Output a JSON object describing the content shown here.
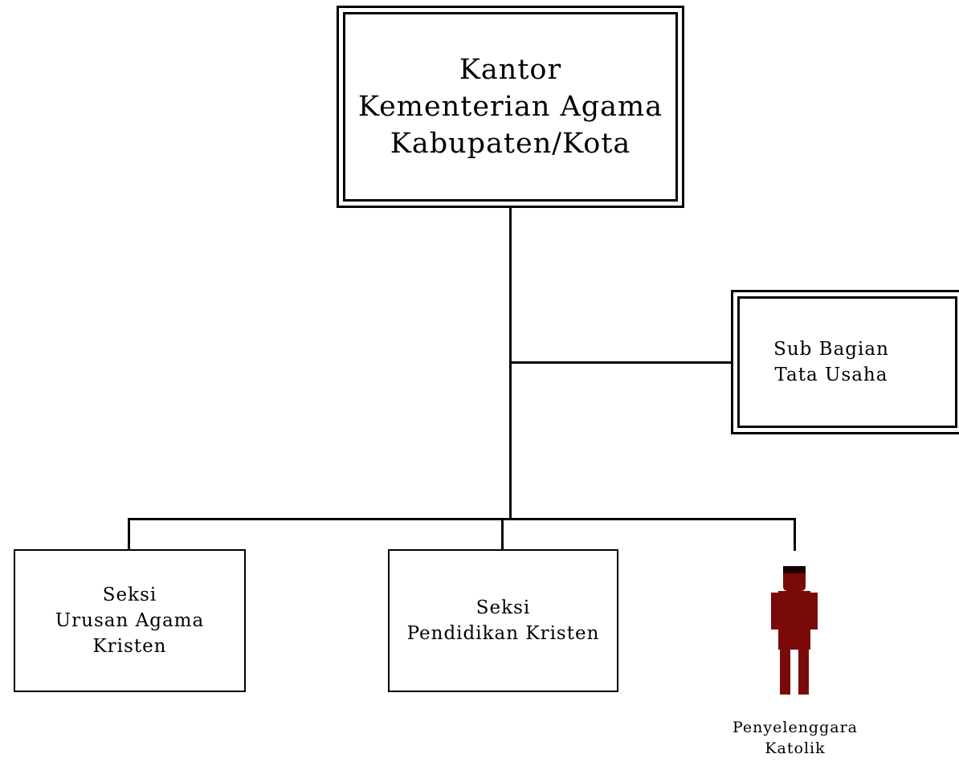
{
  "org_chart": {
    "head": {
      "lines": [
        "Kantor",
        "Kementerian Agama",
        "Kabupaten/Kota"
      ]
    },
    "staff_unit": {
      "lines": [
        "Sub Bagian",
        "Tata Usaha"
      ]
    },
    "sections": [
      {
        "lines": [
          "Seksi",
          "Urusan Agama",
          "Kristen"
        ]
      },
      {
        "lines": [
          "Seksi",
          "Pendidikan Kristen"
        ]
      }
    ],
    "organizer": {
      "lines": [
        "Penyelenggara",
        "Katolik"
      ],
      "icon": "person-icon",
      "icon_color": "#7a0a0a"
    }
  }
}
